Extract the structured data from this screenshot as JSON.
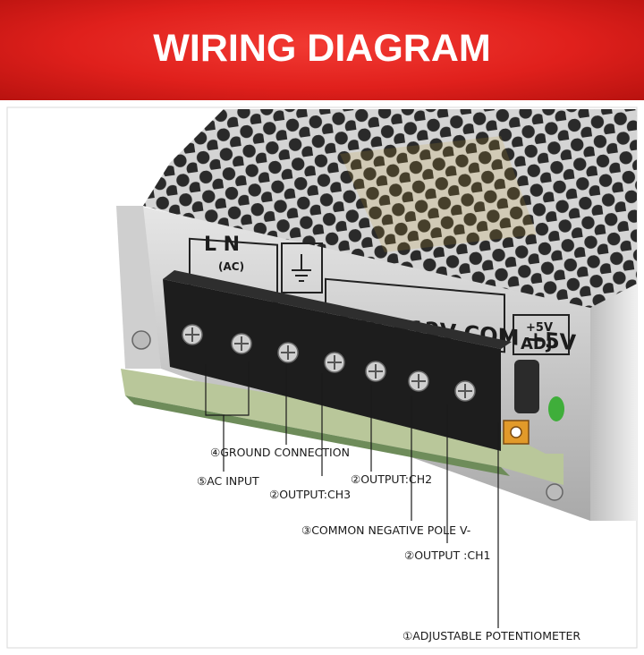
{
  "banner": {
    "title": "WIRING DIAGRAM"
  },
  "product_panel": {
    "ac_top": "L N",
    "ac_sub": "(AC)",
    "voltages": "-12V +12V COM +5V",
    "adj_top": "+5V",
    "adj_bottom": "ADJ"
  },
  "callouts": {
    "ground": "④GROUND CONNECTION",
    "ac_input": "⑤AC INPUT",
    "output_ch3": "②OUTPUT:CH3",
    "output_ch2": "②OUTPUT:CH2",
    "common_negative": "③COMMON NEGATIVE POLE V-",
    "output_ch1": "②OUTPUT :CH1",
    "potentiometer": "①ADJUSTABLE POTENTIOMETER"
  },
  "colors": {
    "banner": "#e0201c",
    "terminal": "#1d1d1d",
    "chassis": "#c9c9c9"
  }
}
